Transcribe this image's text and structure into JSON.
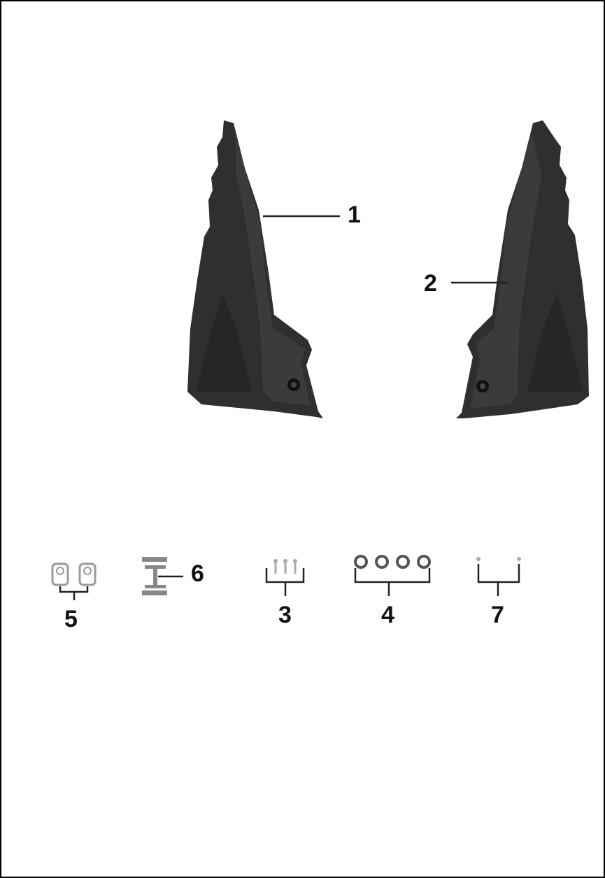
{
  "colors": {
    "border": "#000000",
    "panel_dark": "#2e2e2e",
    "panel_mid": "#3a3a3a",
    "leader": "#222222",
    "hardware": "#9a9a9a"
  },
  "parts": [
    {
      "number": "1",
      "name": "left-side-cover"
    },
    {
      "number": "2",
      "name": "right-side-cover"
    },
    {
      "number": "3",
      "name": "screw-set"
    },
    {
      "number": "4",
      "name": "washer-set"
    },
    {
      "number": "5",
      "name": "nut-set"
    },
    {
      "number": "6",
      "name": "clip"
    },
    {
      "number": "7",
      "name": "pin-set"
    }
  ]
}
